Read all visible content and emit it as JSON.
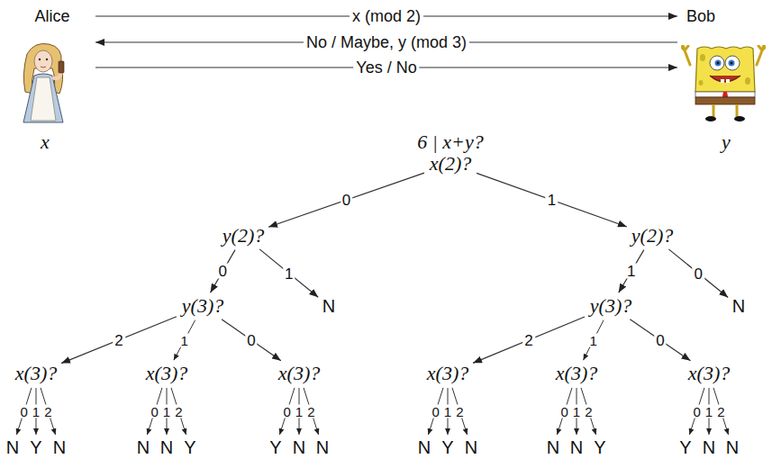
{
  "diagram": {
    "nodes": [
      {
        "text": [
          "Alice"
        ]
      },
      {
        "text": [
          "Bob"
        ]
      },
      {
        "text": [
          "x(2)?"
        ]
      },
      {
        "text": [
          "y(2)?"
        ]
      },
      {
        "text": [
          "y(2)?"
        ]
      },
      {
        "text": [
          "y(3)?"
        ]
      },
      {
        "text": [
          "N"
        ]
      },
      {
        "text": [
          "y(3)?"
        ]
      },
      {
        "text": [
          "N"
        ]
      },
      {
        "text": [
          "x(3)?"
        ]
      },
      {
        "text": [
          "x(3)?"
        ]
      },
      {
        "text": [
          "x(3)?"
        ]
      },
      {
        "text": [
          "x(3)?"
        ]
      },
      {
        "text": [
          "x(3)?"
        ]
      },
      {
        "text": [
          "x(3)?"
        ]
      },
      {
        "text": [
          "N"
        ]
      },
      {
        "text": [
          "Y"
        ]
      },
      {
        "text": [
          "N"
        ]
      },
      {
        "text": [
          "N"
        ]
      },
      {
        "text": [
          "N"
        ]
      },
      {
        "text": [
          "Y"
        ]
      },
      {
        "text": [
          "Y"
        ]
      },
      {
        "text": [
          "N"
        ]
      },
      {
        "text": [
          "N"
        ]
      },
      {
        "text": [
          "N"
        ]
      },
      {
        "text": [
          "Y"
        ]
      },
      {
        "text": [
          "N"
        ]
      },
      {
        "text": [
          "N"
        ]
      },
      {
        "text": [
          "N"
        ]
      },
      {
        "text": [
          "Y"
        ]
      },
      {
        "text": [
          "Y"
        ]
      },
      {
        "text": [
          "N"
        ]
      },
      {
        "text": [
          "N"
        ]
      }
    ],
    "edges": [
      {
        "from": 0,
        "to": 1,
        "label": "x (mod 2)",
        "arrow": "to"
      },
      {
        "from": 1,
        "to": 0,
        "label": "No / Maybe, y (mod 3)",
        "arrow": "to"
      },
      {
        "from": 0,
        "to": 1,
        "label": "Yes / No",
        "arrow": "to"
      },
      {
        "from": 2,
        "to": 3,
        "label": "0",
        "arrow": "to"
      },
      {
        "from": 2,
        "to": 4,
        "label": "1",
        "arrow": "to"
      },
      {
        "from": 3,
        "to": 5,
        "label": "0",
        "arrow": "to"
      },
      {
        "from": 3,
        "to": 6,
        "label": "1",
        "arrow": "to"
      },
      {
        "from": 4,
        "to": 7,
        "label": "1",
        "arrow": "to"
      },
      {
        "from": 4,
        "to": 8,
        "label": "0",
        "arrow": "to"
      },
      {
        "from": 5,
        "to": 9,
        "label": "2",
        "arrow": "to"
      },
      {
        "from": 5,
        "to": 10,
        "label": "1",
        "arrow": "to"
      },
      {
        "from": 5,
        "to": 11,
        "label": "0",
        "arrow": "to"
      },
      {
        "from": 7,
        "to": 12,
        "label": "2",
        "arrow": "to"
      },
      {
        "from": 7,
        "to": 13,
        "label": "1",
        "arrow": "to"
      },
      {
        "from": 7,
        "to": 14,
        "label": "0",
        "arrow": "to"
      },
      {
        "from": 9,
        "to": 15,
        "label": "0",
        "arrow": "to"
      },
      {
        "from": 9,
        "to": 16,
        "label": "1",
        "arrow": "to"
      },
      {
        "from": 9,
        "to": 17,
        "label": "2",
        "arrow": "to"
      },
      {
        "from": 10,
        "to": 18,
        "label": "0",
        "arrow": "to"
      },
      {
        "from": 10,
        "to": 19,
        "label": "1",
        "arrow": "to"
      },
      {
        "from": 10,
        "to": 20,
        "label": "2",
        "arrow": "to"
      },
      {
        "from": 11,
        "to": 21,
        "label": "0",
        "arrow": "to"
      },
      {
        "from": 11,
        "to": 22,
        "label": "1",
        "arrow": "to"
      },
      {
        "from": 11,
        "to": 23,
        "label": "2",
        "arrow": "to"
      },
      {
        "from": 12,
        "to": 24,
        "label": "0",
        "arrow": "to"
      },
      {
        "from": 12,
        "to": 25,
        "label": "1",
        "arrow": "to"
      },
      {
        "from": 12,
        "to": 26,
        "label": "2",
        "arrow": "to"
      },
      {
        "from": 13,
        "to": 27,
        "label": "0",
        "arrow": "to"
      },
      {
        "from": 13,
        "to": 28,
        "label": "1",
        "arrow": "to"
      },
      {
        "from": 13,
        "to": 29,
        "label": "2",
        "arrow": "to"
      },
      {
        "from": 14,
        "to": 30,
        "label": "0",
        "arrow": "to"
      },
      {
        "from": 14,
        "to": 31,
        "label": "1",
        "arrow": "to"
      },
      {
        "from": 14,
        "to": 32,
        "label": "2",
        "arrow": "to"
      }
    ],
    "labels": [
      "x",
      "6 | x+y?",
      "y"
    ]
  }
}
